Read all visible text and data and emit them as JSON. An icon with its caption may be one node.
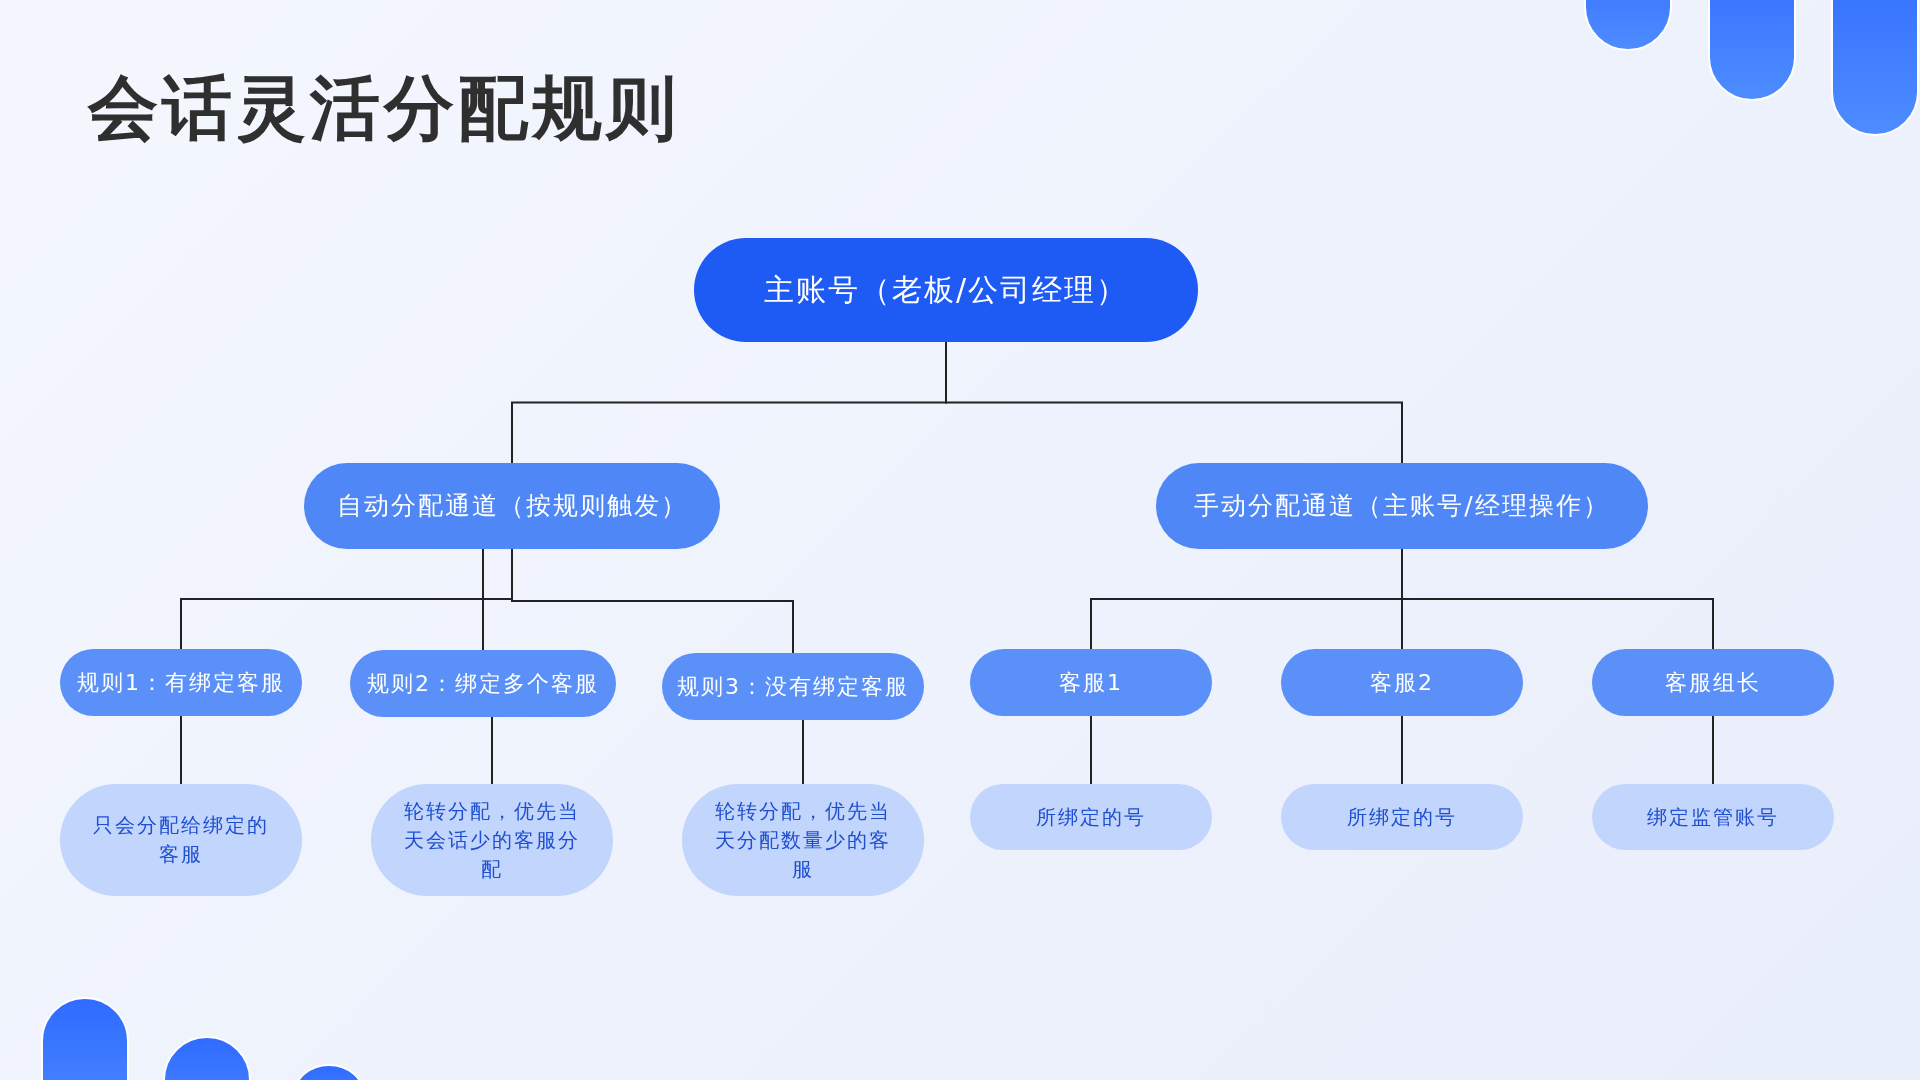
{
  "diagram": {
    "title": "会话灵活分配规则",
    "nodes": [
      {
        "text": [
          "主账号（老板/公司经理）"
        ]
      },
      {
        "text": [
          "自动分配通道（按规则触发）"
        ]
      },
      {
        "text": [
          "手动分配通道（主账号/经理操作）"
        ]
      },
      {
        "text": [
          "规则1：有绑定客服"
        ]
      },
      {
        "text": [
          "规则2：绑定多个客服"
        ]
      },
      {
        "text": [
          "规则3：没有绑定客服"
        ]
      },
      {
        "text": [
          "客服1"
        ]
      },
      {
        "text": [
          "客服2"
        ]
      },
      {
        "text": [
          "客服组长"
        ]
      },
      {
        "text": [
          "只会分配给绑定的客服"
        ]
      },
      {
        "text": [
          "轮转分配，优先当天会话少的客服分配"
        ]
      },
      {
        "text": [
          "轮转分配，优先当天分配数量少的客服"
        ]
      },
      {
        "text": [
          "所绑定的号"
        ]
      },
      {
        "text": [
          "所绑定的号"
        ]
      },
      {
        "text": [
          "绑定监管账号"
        ]
      }
    ],
    "edges": [
      {
        "from": 0,
        "to": 1,
        "arrow": "none"
      },
      {
        "from": 0,
        "to": 2,
        "arrow": "none"
      },
      {
        "from": 1,
        "to": 3,
        "arrow": "none"
      },
      {
        "from": 1,
        "to": 4,
        "arrow": "none"
      },
      {
        "from": 1,
        "to": 5,
        "arrow": "none"
      },
      {
        "from": 2,
        "to": 6,
        "arrow": "none"
      },
      {
        "from": 2,
        "to": 7,
        "arrow": "none"
      },
      {
        "from": 2,
        "to": 8,
        "arrow": "none"
      },
      {
        "from": 3,
        "to": 9,
        "arrow": "none"
      },
      {
        "from": 4,
        "to": 10,
        "arrow": "none"
      },
      {
        "from": 5,
        "to": 11,
        "arrow": "none"
      },
      {
        "from": 6,
        "to": 12,
        "arrow": "none"
      },
      {
        "from": 7,
        "to": 13,
        "arrow": "none"
      },
      {
        "from": 8,
        "to": 14,
        "arrow": "none"
      }
    ]
  }
}
